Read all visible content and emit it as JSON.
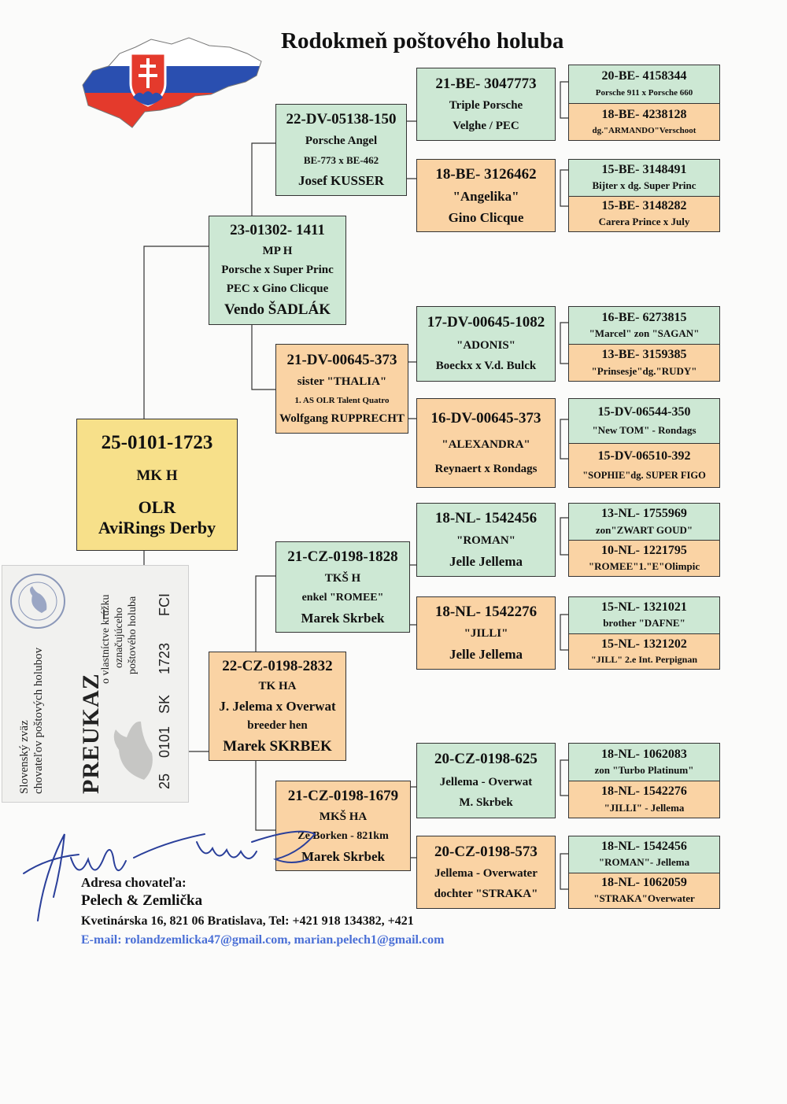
{
  "title": "Rodokmeň poštového holuba",
  "colors": {
    "green": "#cde8d4",
    "orange": "#fad3a4",
    "yellow": "#f7e08a",
    "email": "#4a6fd6"
  },
  "main": {
    "id": "25-0101-1723",
    "line1": "MK    H",
    "line2": "OLR",
    "line3": "AviRings Derby"
  },
  "gen1": {
    "father": {
      "id": "23-01302- 1411",
      "l1": "MP   H",
      "l2": "Porsche x Super Princ",
      "l3": "PEC x Gino Clicque",
      "l4": "Vendo ŠADLÁK"
    },
    "mother": {
      "id": "22-CZ-0198-2832",
      "l1": "TK   HA",
      "l2": "J. Jelema x Overwat",
      "l3": "breeder hen",
      "l4": "Marek SKRBEK"
    }
  },
  "gen2": {
    "ff": {
      "id": "22-DV-05138-150",
      "l1": "Porsche Angel",
      "l2": "BE-773 x BE-462",
      "l3": "Josef  KUSSER"
    },
    "fm": {
      "id": "21-DV-00645-373",
      "l1": "sister \"THALIA\"",
      "l2": "1. AS OLR Talent Quatro",
      "l3": "Wolfgang RUPPRECHT"
    },
    "mf": {
      "id": "21-CZ-0198-1828",
      "l1": "TKŠ   H",
      "l2": "enkel \"ROMEE\"",
      "l3": "Marek Skrbek"
    },
    "mm": {
      "id": "21-CZ-0198-1679",
      "l1": "MKŠ   HA",
      "l2": "Ze Borken - 821km",
      "l3": "Marek Skrbek"
    }
  },
  "gen3": {
    "fff": {
      "id": "21-BE- 3047773",
      "l1": "Triple Porsche",
      "l2": "Velghe / PEC"
    },
    "ffm": {
      "id": "18-BE- 3126462",
      "l1": "\"Angelika\"",
      "l2": "Gino Clicque"
    },
    "fmf": {
      "id": "17-DV-00645-1082",
      "l1": "\"ADONIS\"",
      "l2": "Boeckx x V.d. Bulck"
    },
    "fmm": {
      "id": "16-DV-00645-373",
      "l1": "\"ALEXANDRA\"",
      "l2": "Reynaert x Rondags"
    },
    "mff": {
      "id": "18-NL- 1542456",
      "l1": "\"ROMAN\"",
      "l2": "Jelle Jellema"
    },
    "mfm": {
      "id": "18-NL- 1542276",
      "l1": "\"JILLI\"",
      "l2": "Jelle Jellema"
    },
    "mmf": {
      "id": "20-CZ-0198-625",
      "l1": "Jellema - Overwat",
      "l2": "M. Skrbek"
    },
    "mmm": {
      "id": "20-CZ-0198-573",
      "l1": "Jellema - Overwater",
      "l2": "dochter \"STRAKA\""
    }
  },
  "gen4": [
    {
      "top_id": "20-BE- 4158344",
      "top_sub": "Porsche 911  x  Porsche 660",
      "bot_id": "18-BE- 4238128",
      "bot_sub": "dg.\"ARMANDO\"Verschoot"
    },
    {
      "top_id": "15-BE- 3148491",
      "top_sub": "Bijter x dg. Super Princ",
      "bot_id": "15-BE- 3148282",
      "bot_sub": "Carera Prince x July"
    },
    {
      "top_id": "16-BE- 6273815",
      "top_sub": "\"Marcel\" zon \"SAGAN\"",
      "bot_id": "13-BE- 3159385",
      "bot_sub": "\"Prinsesje\"dg.\"RUDY\""
    },
    {
      "top_id": "15-DV-06544-350",
      "top_sub": "\"New TOM\" - Rondags",
      "bot_id": "15-DV-06510-392",
      "bot_sub": "\"SOPHIE\"dg. SUPER FIGO"
    },
    {
      "top_id": "13-NL- 1755969",
      "top_sub": "zon\"ZWART GOUD\"",
      "bot_id": "10-NL- 1221795",
      "bot_sub": "\"ROMEE\"1.\"E\"Olimpic"
    },
    {
      "top_id": "15-NL- 1321021",
      "top_sub": "brother \"DAFNE\"",
      "bot_id": "15-NL- 1321202",
      "bot_sub": "\"JILL\" 2.e Int. Perpignan"
    },
    {
      "top_id": "18-NL- 1062083",
      "top_sub": "zon  \"Turbo Platinum\"",
      "bot_id": "18-NL- 1542276",
      "bot_sub": "\"JILLI\" - Jellema"
    },
    {
      "top_id": "18-NL- 1542456",
      "top_sub": "\"ROMAN\"- Jellema",
      "bot_id": "18-NL- 1062059",
      "bot_sub": "\"STRAKA\"Overwater"
    }
  ],
  "address": {
    "label": "Adresa chovateľa:",
    "names": "Pelech & Zemlička",
    "street": "Kvetinárska 16,  821 06 Bratislava,  Tel: +421 918 134382,  +421",
    "email": "E-mail: rolandzemlicka47@gmail.com,  marian.pelech1@gmail.com"
  },
  "card": {
    "org1": "Slovenský zväz",
    "org2": "chovateľov poštových holubov",
    "heading": "PREUKAZ",
    "desc1": "o vlastníctve krúžku",
    "desc2": "označujúceho",
    "desc3": "poštového holuba",
    "ring": {
      "year": "25",
      "number": "0101",
      "country": "SK",
      "serial": "1723",
      "fci": "FCI"
    },
    "seal_icon": "dove-seal-icon",
    "pigeon_icon": "pigeon-watermark-icon"
  },
  "flag_icon": "slovakia-map-flag-icon",
  "signature_icon": "handwritten-signature-icon"
}
